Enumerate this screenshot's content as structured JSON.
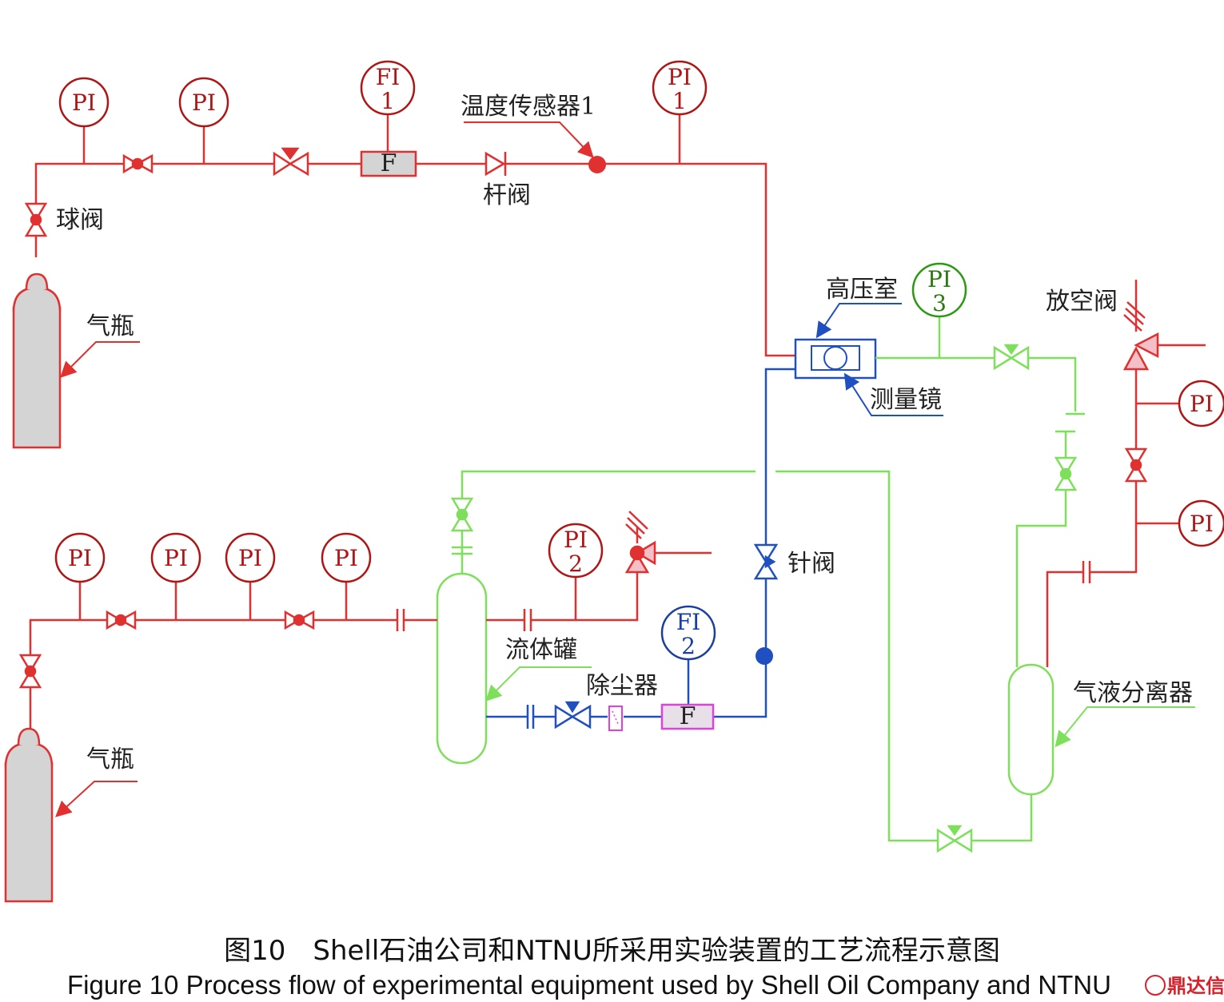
{
  "labels": {
    "ball_valve": "球阀",
    "gas_cylinder_1": "气瓶",
    "gas_cylinder_2": "气瓶",
    "stem_valve": "杆阀",
    "temp_sensor": "温度传感器1",
    "high_pressure_chamber": "高压室",
    "measuring_mirror": "测量镜",
    "vent_valve": "放空阀",
    "needle_valve": "针阀",
    "fluid_tank": "流体罐",
    "dust_remover": "除尘器",
    "separator": "气液分离器"
  },
  "instruments": {
    "pi_top_a": [
      "PI",
      ""
    ],
    "pi_top_b": [
      "PI",
      ""
    ],
    "fi1": [
      "FI",
      "1"
    ],
    "pi1": [
      "PI",
      "1"
    ],
    "pi3": [
      "PI",
      "3"
    ],
    "pi_right_a": [
      "PI",
      ""
    ],
    "pi_right_b": [
      "PI",
      ""
    ],
    "pi_bot_a": [
      "PI",
      ""
    ],
    "pi_bot_b": [
      "PI",
      ""
    ],
    "pi_bot_c": [
      "PI",
      ""
    ],
    "pi_bot_d": [
      "PI",
      ""
    ],
    "pi2": [
      "PI",
      "2"
    ],
    "fi2": [
      "FI",
      "2"
    ]
  },
  "flowmeter_letter": "F",
  "colors": {
    "red": "#e03030",
    "blue": "#2050c0",
    "green": "#7ee05a",
    "gray": "#d4d4d4",
    "pink": "#e040e0"
  },
  "caption": {
    "cn": "图10　Shell石油公司和NTNU所采用实验装置的工艺流程示意图",
    "en": "Figure 10    Process flow of experimental equipment used by Shell Oil Company and NTNU"
  },
  "logo_text": "鼎达信"
}
